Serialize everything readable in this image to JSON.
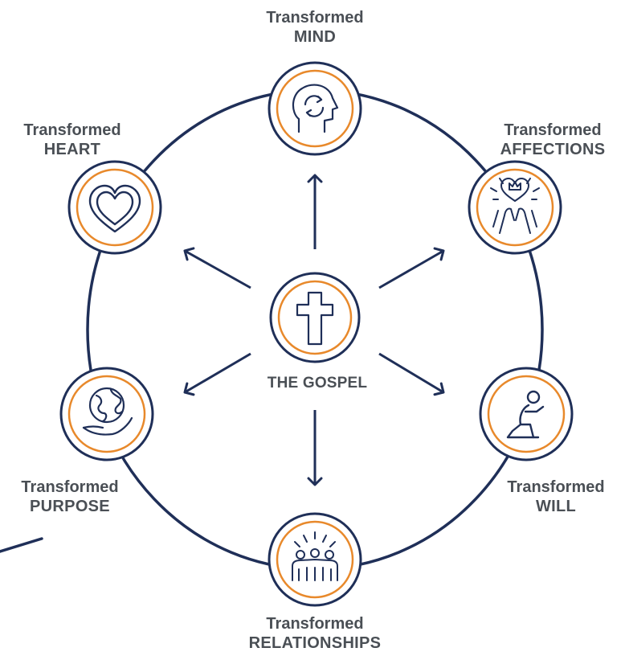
{
  "center": {
    "label": "THE GOSPEL",
    "icon": "cross-icon"
  },
  "nodes": [
    {
      "id": "mind",
      "line1": "Transformed",
      "line2": "MIND",
      "icon": "head-cycle-icon"
    },
    {
      "id": "affections",
      "line1": "Transformed",
      "line2": "AFFECTIONS",
      "icon": "hands-heart-crown-icon"
    },
    {
      "id": "will",
      "line1": "Transformed",
      "line2": "WILL",
      "icon": "kneeling-person-icon"
    },
    {
      "id": "relationships",
      "line1": "Transformed",
      "line2": "RELATIONSHIPS",
      "icon": "people-group-icon"
    },
    {
      "id": "purpose",
      "line1": "Transformed",
      "line2": "PURPOSE",
      "icon": "hand-globe-icon"
    },
    {
      "id": "heart",
      "line1": "Transformed",
      "line2": "HEART",
      "icon": "heart-icon"
    }
  ],
  "colors": {
    "navy": "#1f2f58",
    "orange": "#e8892b",
    "text": "#4a4f55"
  }
}
